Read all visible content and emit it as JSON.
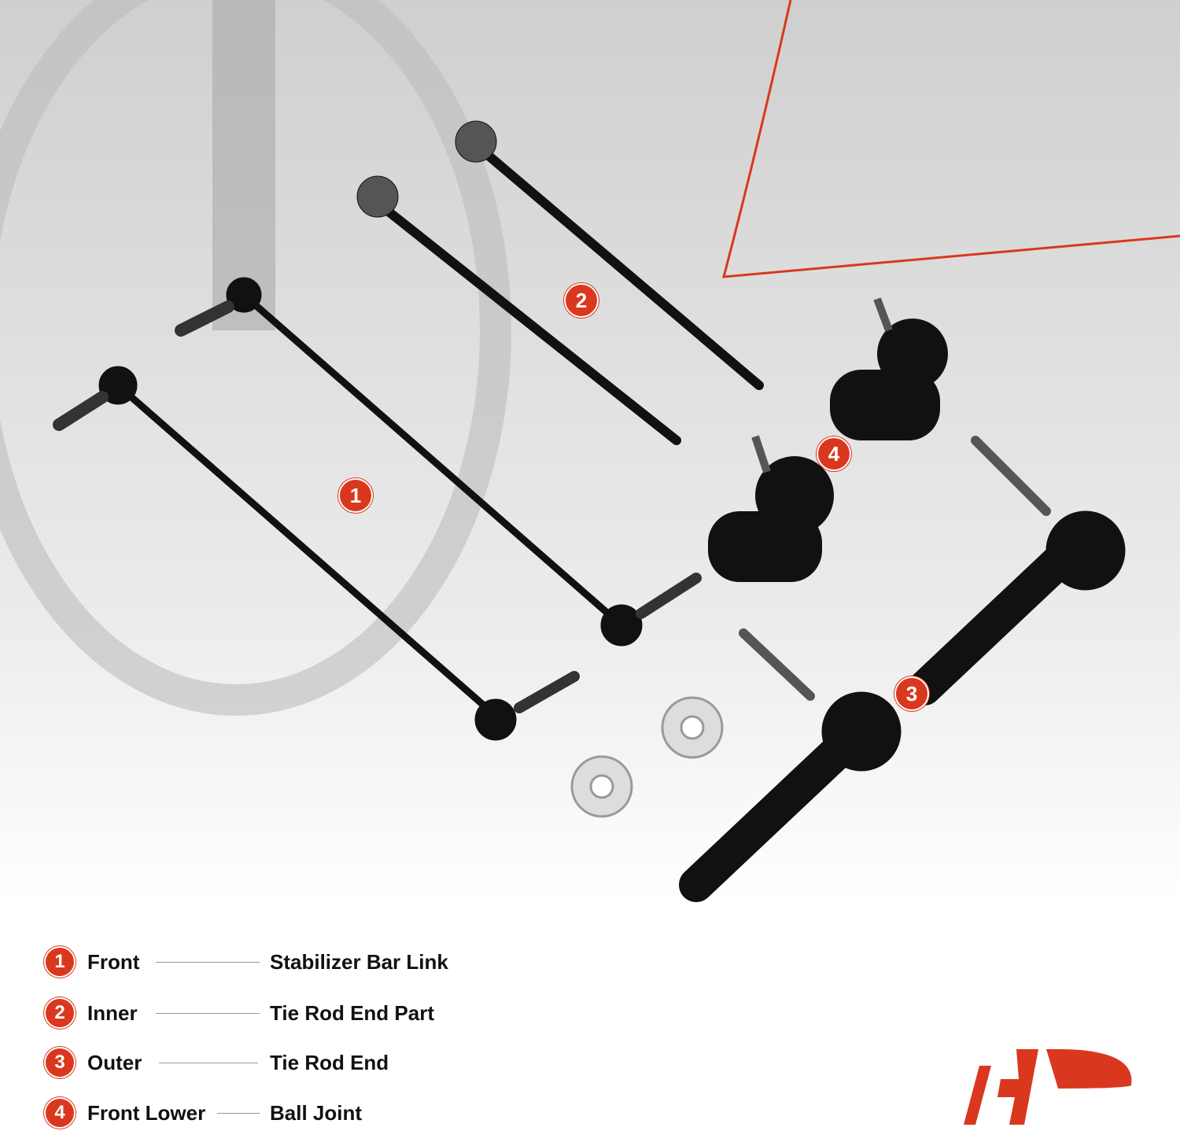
{
  "callouts": [
    "1",
    "2",
    "3",
    "4"
  ],
  "legend": [
    {
      "number": "1",
      "position": "Front",
      "part": "Stabilizer Bar Link"
    },
    {
      "number": "2",
      "position": "Inner",
      "part": "Tie Rod End Part"
    },
    {
      "number": "3",
      "position": "Outer",
      "part": "Tie Rod End"
    },
    {
      "number": "4",
      "position": "Front Lower",
      "part": "Ball Joint"
    }
  ],
  "colors": {
    "accent": "#d9381e",
    "parts": "#111111",
    "background": "#e4e4e4"
  }
}
